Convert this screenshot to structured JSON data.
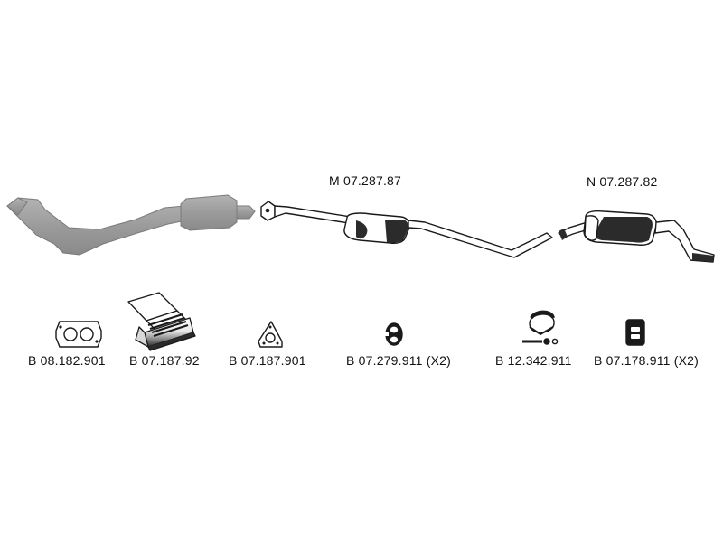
{
  "colors": {
    "ink": "#111111",
    "stroke": "#1a1a1a",
    "faded_part_fill": "#9b9b9b",
    "faded_part_edge": "#7a7a7a",
    "part_fill": "#ffffff"
  },
  "assembly": {
    "middle_silencer": {
      "label": "M 07.287.87"
    },
    "rear_silencer": {
      "label": "N 07.287.82"
    }
  },
  "accessories": [
    {
      "label": "B 08.182.901",
      "icon": "flange-gasket-icon"
    },
    {
      "label": "B 07.187.92",
      "icon": "mounting-kit-box-icon"
    },
    {
      "label": "B 07.187.901",
      "icon": "triangular-gasket-icon"
    },
    {
      "label": "B 07.279.911 (X2)",
      "icon": "rubber-hanger-ring-icon"
    },
    {
      "label": "B 12.342.911",
      "icon": "pipe-clamp-icon"
    },
    {
      "label": "B 07.178.911 (X2)",
      "icon": "rubber-mount-block-icon"
    }
  ]
}
